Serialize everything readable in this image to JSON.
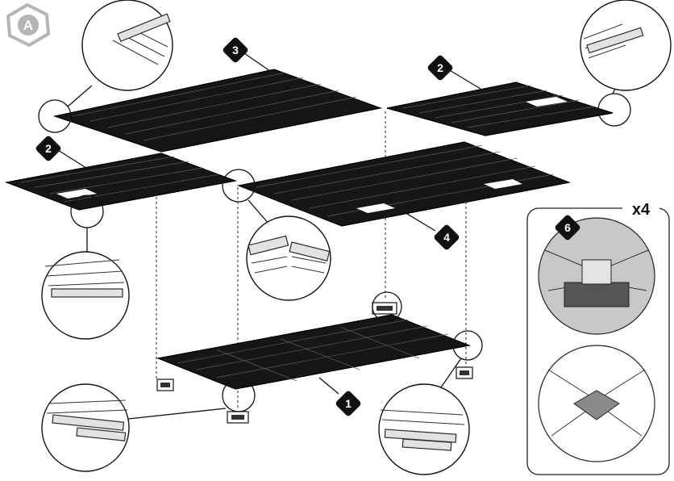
{
  "step": {
    "label": "A"
  },
  "markers": {
    "m1": "1",
    "m2a": "2",
    "m2b": "2",
    "m3": "3",
    "m4": "4",
    "m6": "6"
  },
  "inset": {
    "quantity": "x4"
  },
  "colors": {
    "panel": "#161616",
    "marker": "#111111",
    "cutout": "#ffffff",
    "inset_bg": "#c8c8c8"
  }
}
